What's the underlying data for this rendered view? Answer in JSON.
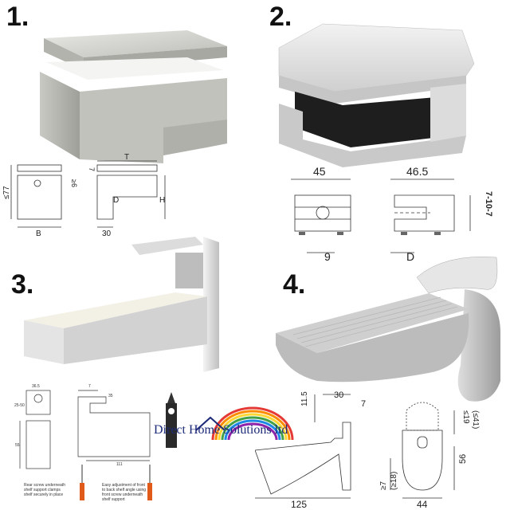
{
  "panels": [
    {
      "number": "1.",
      "dims": {
        "height_total": "≤77",
        "clamp_range": "≥6",
        "top_offset": "7",
        "T": "T",
        "D": "D",
        "H": "H",
        "B": "B",
        "depth": "30"
      }
    },
    {
      "number": "2.",
      "dims": {
        "width_a": "45",
        "width_b": "46.5",
        "slot": "7-10-7",
        "left_bottom": "9",
        "right_bottom": "D"
      }
    },
    {
      "number": "3.",
      "dims": {
        "width": "36.5",
        "range": "25-50",
        "height": "55",
        "top_a": "7",
        "top_b": "35",
        "length": "111"
      },
      "notes": {
        "rear": [
          "Rear screw underneath",
          "shelf support clamps",
          "shelf securely in place"
        ],
        "front": [
          "Easy adjustment of front",
          "to back shelf angle using",
          "front screw underneath",
          "shelf support"
        ]
      }
    },
    {
      "number": "4.",
      "dims": {
        "top_a": "11.5",
        "top_b": "30",
        "top_c": "7",
        "side_a": "≤19",
        "side_a2": "(≤41)",
        "left_a": "≥7",
        "left_a2": "(≥18)",
        "height": "56",
        "length": "125",
        "width": "44"
      }
    }
  ],
  "logo": {
    "text": "Direct Home Solutions ltd"
  }
}
